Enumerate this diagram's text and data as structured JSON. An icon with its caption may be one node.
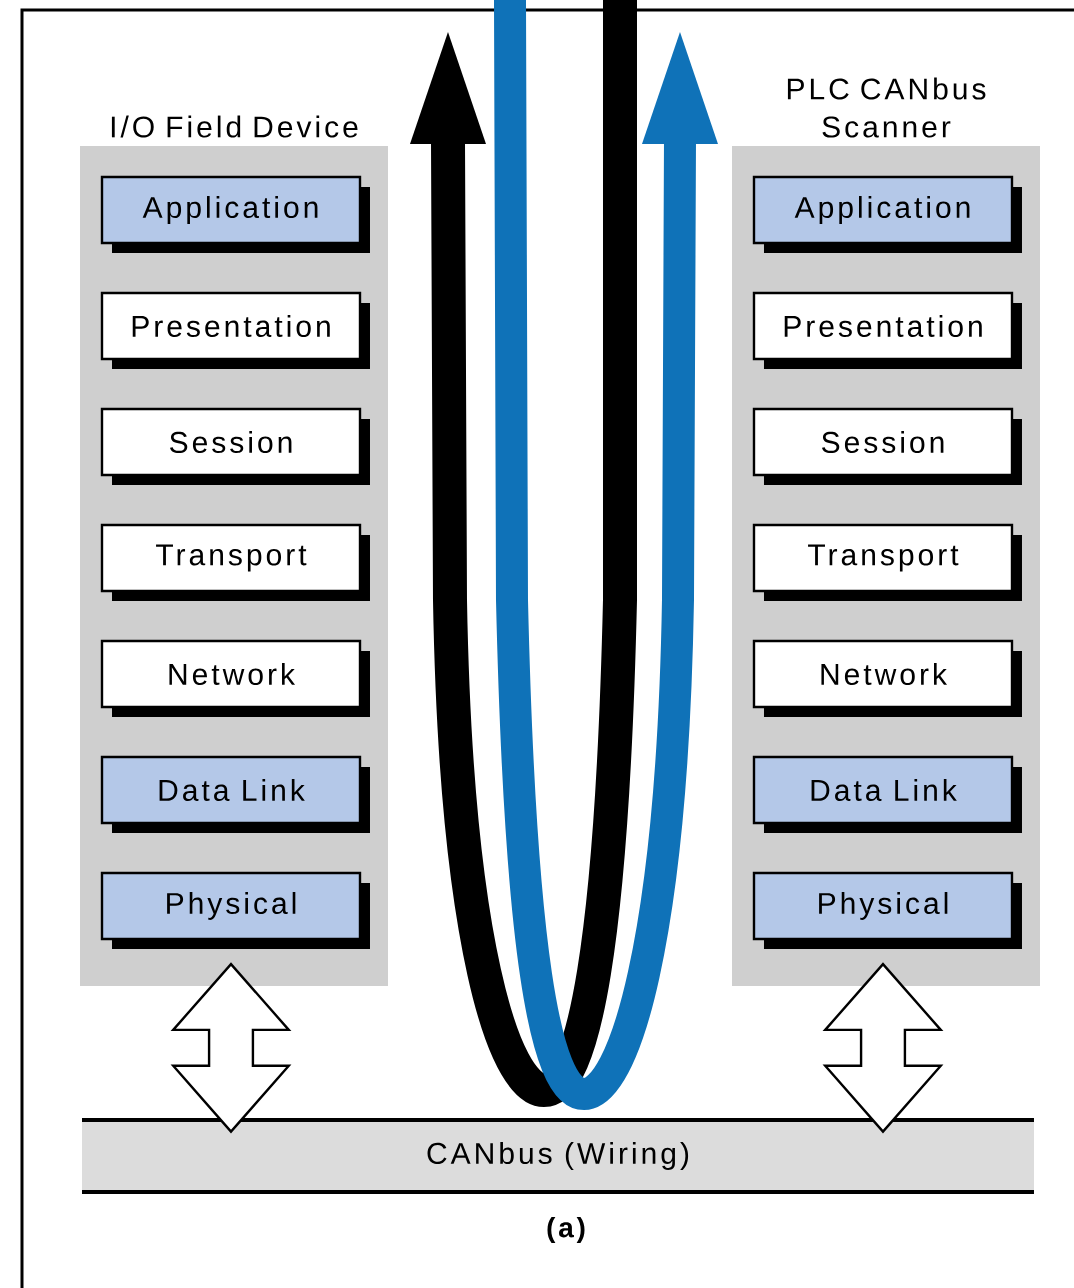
{
  "diagram": {
    "nodes": [
      {
        "text": [
          "I/O Field Device"
        ]
      },
      {
        "text": [
          "Application"
        ],
        "in": 0
      },
      {
        "text": [
          "Presentation"
        ],
        "in": 0
      },
      {
        "text": [
          "Session"
        ],
        "in": 0
      },
      {
        "text": [
          "Transport"
        ],
        "in": 0
      },
      {
        "text": [
          "Network"
        ],
        "in": 0
      },
      {
        "text": [
          "Data Link"
        ],
        "in": 0
      },
      {
        "text": [
          "Physical"
        ],
        "in": 0
      },
      {
        "text": [
          "PLC CANbus Scanner"
        ]
      },
      {
        "text": [
          "Application"
        ],
        "in": 8
      },
      {
        "text": [
          "Presentation"
        ],
        "in": 8
      },
      {
        "text": [
          "Session"
        ],
        "in": 8
      },
      {
        "text": [
          "Transport"
        ],
        "in": 8
      },
      {
        "text": [
          "Network"
        ],
        "in": 8
      },
      {
        "text": [
          "Data Link"
        ],
        "in": 8
      },
      {
        "text": [
          "Physical"
        ],
        "in": 8
      },
      {
        "text": [
          "CANbus (Wiring)"
        ]
      }
    ],
    "edges": [
      {
        "from": 7,
        "to": 16,
        "arrow": "both"
      },
      {
        "from": 15,
        "to": 16,
        "arrow": "both"
      }
    ],
    "labels": [
      "(a)"
    ]
  }
}
